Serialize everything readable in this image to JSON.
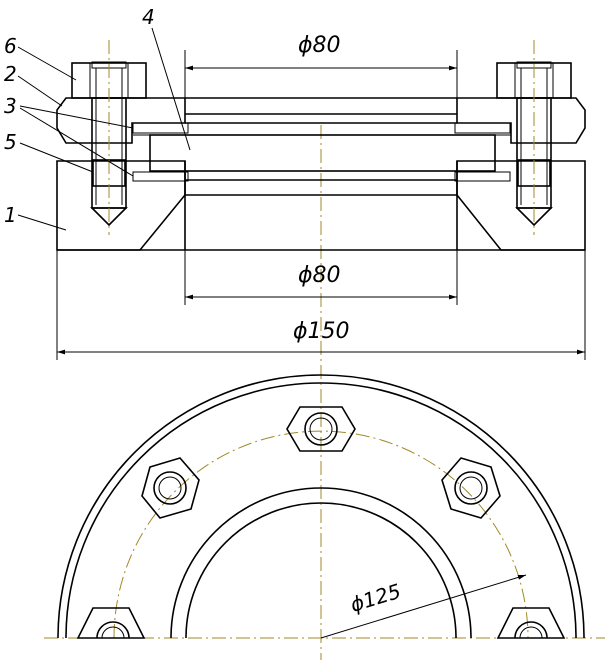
{
  "drawing": {
    "part_numbers": [
      "6",
      "2",
      "3",
      "5",
      "1",
      "4"
    ],
    "dimensions": {
      "top_bore": "ϕ80",
      "bottom_bore": "ϕ80",
      "overall_diameter": "ϕ150",
      "bolt_circle": "ϕ125"
    },
    "colors": {
      "lines": "#000000",
      "center_lines": "#a08a2a",
      "background": "#ffffff"
    }
  }
}
